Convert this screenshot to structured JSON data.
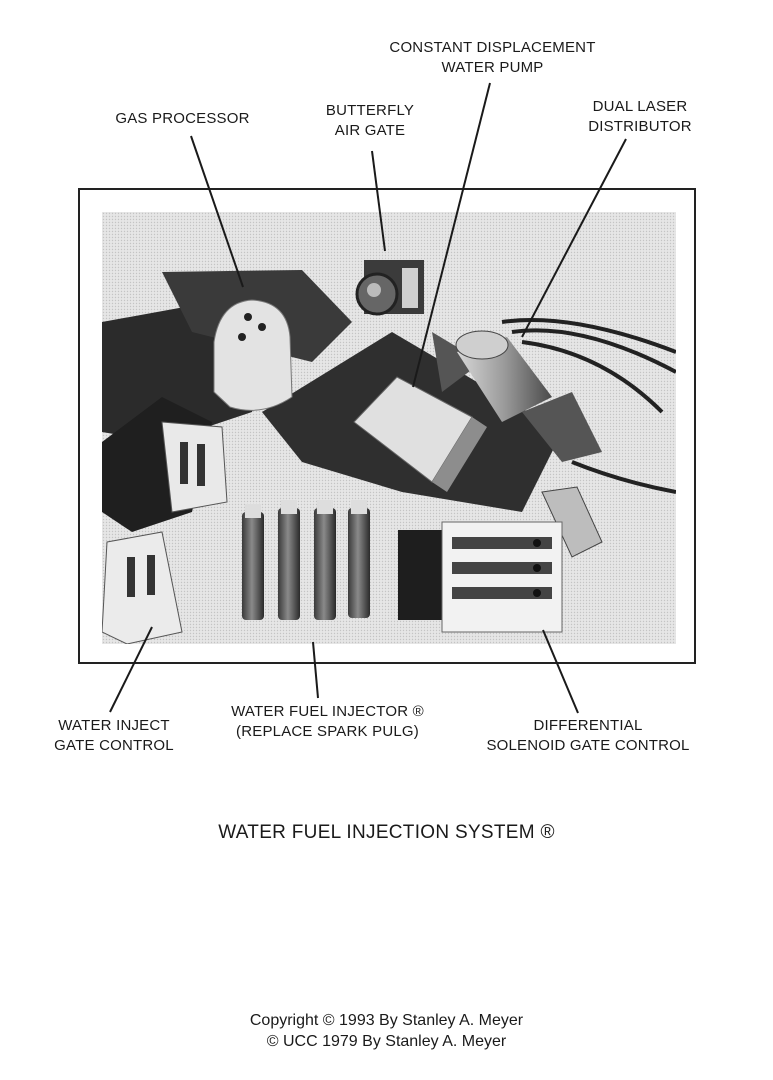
{
  "labels": {
    "pump": [
      "CONSTANT DISPLACEMENT",
      "WATER PUMP"
    ],
    "gas_processor": [
      "GAS PROCESSOR"
    ],
    "butterfly": [
      "BUTTERFLY",
      "AIR GATE"
    ],
    "distributor": [
      "DUAL LASER",
      "DISTRIBUTOR"
    ],
    "inject_gate": [
      "WATER INJECT",
      "GATE CONTROL"
    ],
    "injector": [
      "WATER FUEL INJECTOR ®",
      "(REPLACE SPARK PULG)"
    ],
    "solenoid": [
      "DIFFERENTIAL",
      "SOLENOID GATE CONTROL"
    ]
  },
  "caption": "WATER FUEL INJECTION SYSTEM ®",
  "copyright": [
    "Copyright © 1993 By Stanley A. Meyer",
    "© UCC 1979 By Stanley A. Meyer"
  ]
}
